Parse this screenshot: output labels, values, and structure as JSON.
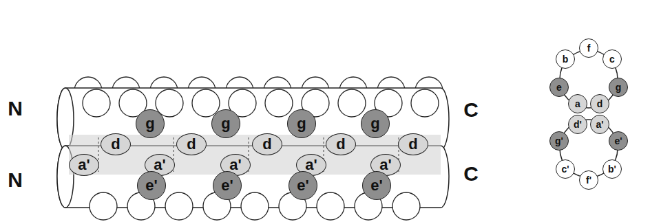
{
  "diagram": {
    "nodes": [
      {
        "text": [
          "g"
        ]
      },
      {
        "text": [
          "g"
        ]
      },
      {
        "text": [
          "g"
        ]
      },
      {
        "text": [
          "g"
        ]
      },
      {
        "text": [
          "d"
        ]
      },
      {
        "text": [
          "d"
        ]
      },
      {
        "text": [
          "d"
        ]
      },
      {
        "text": [
          "d"
        ]
      },
      {
        "text": [
          "d"
        ]
      },
      {
        "text": [
          "a'"
        ]
      },
      {
        "text": [
          "a'"
        ]
      },
      {
        "text": [
          "a'"
        ]
      },
      {
        "text": [
          "a'"
        ]
      },
      {
        "text": [
          "a'"
        ]
      },
      {
        "text": [
          "e'"
        ]
      },
      {
        "text": [
          "e'"
        ]
      },
      {
        "text": [
          "e'"
        ]
      },
      {
        "text": [
          "e'"
        ]
      },
      {
        "text": [
          "f"
        ]
      },
      {
        "text": [
          "b"
        ]
      },
      {
        "text": [
          "c"
        ]
      },
      {
        "text": [
          "e"
        ]
      },
      {
        "text": [
          "g"
        ]
      },
      {
        "text": [
          "a"
        ]
      },
      {
        "text": [
          "d"
        ]
      },
      {
        "text": [
          "d'"
        ]
      },
      {
        "text": [
          "a'"
        ]
      },
      {
        "text": [
          "g'"
        ]
      },
      {
        "text": [
          "e'"
        ]
      },
      {
        "text": [
          "c'"
        ]
      },
      {
        "text": [
          "b'"
        ]
      },
      {
        "text": [
          "f'"
        ]
      }
    ],
    "labels": [
      "N",
      "N",
      "C",
      "C"
    ]
  }
}
